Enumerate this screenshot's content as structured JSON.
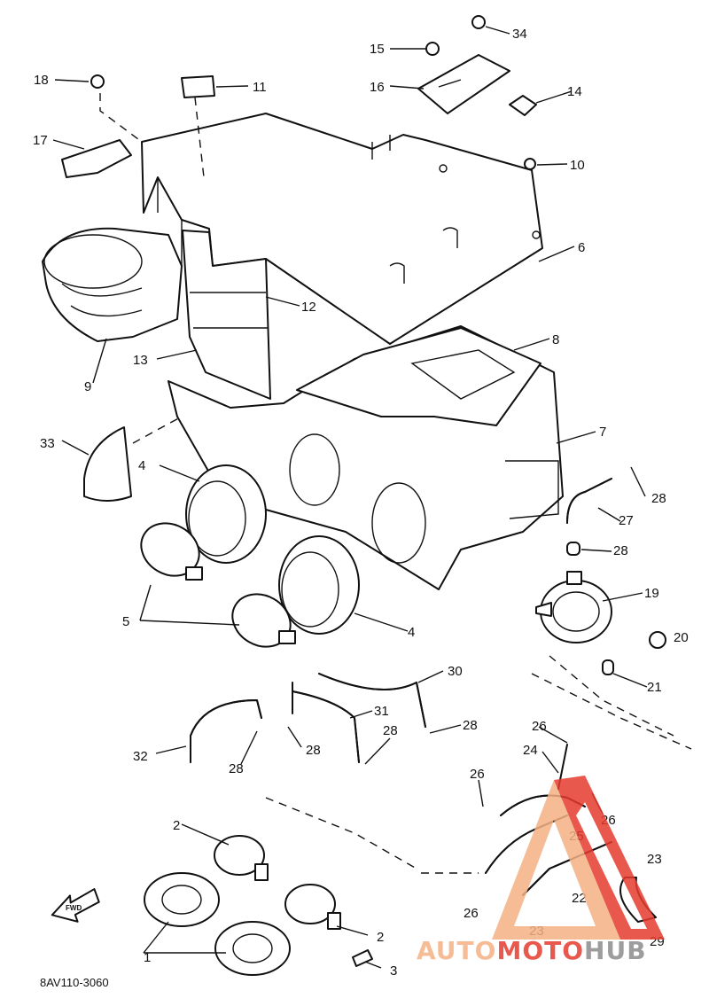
{
  "diagram": {
    "part_code": "8AV110-3060",
    "forward_label": "FWD",
    "callouts": [
      "1",
      "2",
      "3",
      "4",
      "5",
      "6",
      "7",
      "8",
      "9",
      "10",
      "11",
      "12",
      "13",
      "14",
      "15",
      "16",
      "17",
      "18",
      "19",
      "20",
      "21",
      "22",
      "23",
      "24",
      "25",
      "26",
      "27",
      "28",
      "29",
      "30",
      "31",
      "32",
      "33",
      "34"
    ]
  },
  "watermark": {
    "part1": "AUTO",
    "part2": "MOTO",
    "part3": "HUB",
    "colors": {
      "orange": "#f4b183",
      "red": "#e63b2e",
      "gray": "#8c8c8c"
    }
  }
}
